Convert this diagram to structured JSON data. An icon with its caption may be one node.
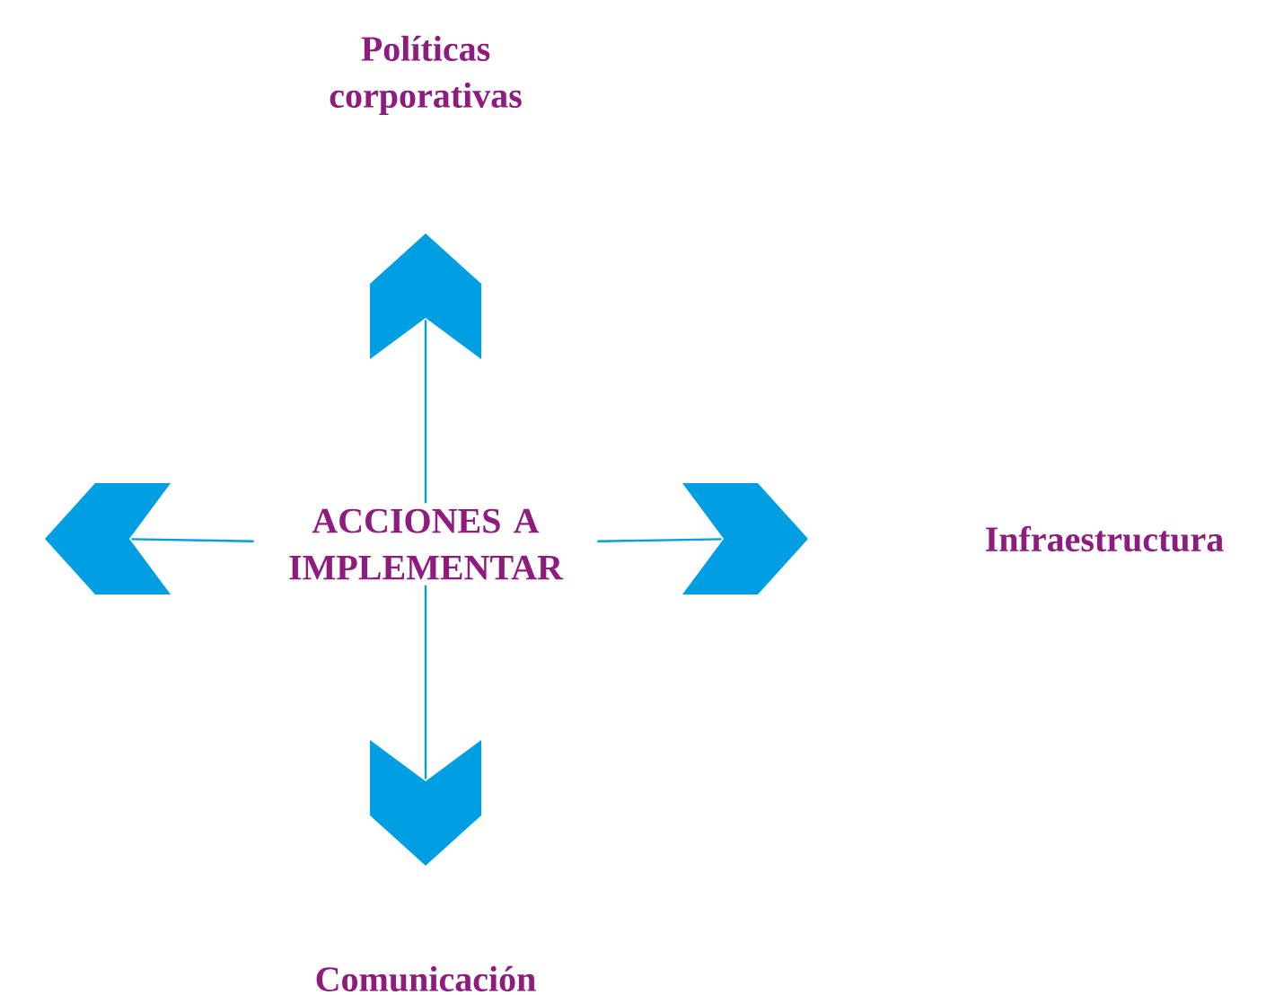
{
  "diagram": {
    "nodes": [
      {
        "text": [
          "ACCIONES A IMPLEMENTAR"
        ]
      },
      {
        "text": [],
        "shape": "chevron",
        "beside": [
          "Políticas corporativas"
        ]
      },
      {
        "text": [],
        "shape": "chevron"
      },
      {
        "text": [],
        "shape": "chevron"
      },
      {
        "text": [],
        "shape": "chevron",
        "beside": [
          "Comunicación"
        ]
      }
    ],
    "edges": [
      {
        "from": 0,
        "to": 1,
        "arrow": "none"
      },
      {
        "from": 0,
        "to": 2,
        "arrow": "none"
      },
      {
        "from": 0,
        "to": 3,
        "arrow": "none"
      },
      {
        "from": 0,
        "to": 4,
        "arrow": "none"
      }
    ],
    "labels": [
      "Infraestructura"
    ]
  }
}
